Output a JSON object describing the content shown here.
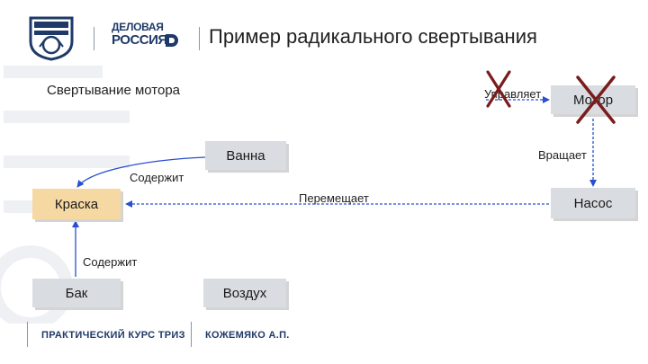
{
  "header": {
    "title": "Пример радикального свертывания",
    "logo_right_line1": "ДЕЛОВАЯ",
    "logo_right_line2": "РОССИЯ"
  },
  "subtitle": "Свертывание мотора",
  "nodes": {
    "vanna": "Ванна",
    "motor": "Мотор",
    "kraska": "Краска",
    "nasos": "Насос",
    "bak": "Бак",
    "vozduh": "Воздух"
  },
  "edges": {
    "upravlyaet": "Управляет",
    "vrashchaet": "Вращает",
    "soderzhit_1": "Содержит",
    "peremeshchaet": "Перемещает",
    "soderzhit_2": "Содержит"
  },
  "footer": {
    "left": "ПРАКТИЧЕСКИЙ КУРС ТРИЗ",
    "right": "КОЖЕМЯКО А.П."
  },
  "colors": {
    "node_gray": "#d9dde2",
    "node_beige": "#f6d8a3",
    "arrow_blue": "#2a4fcf",
    "cross_red": "#7a1c1c",
    "brand_navy": "#1f3a68"
  },
  "icons": [
    "emblem-icon",
    "delovaya-rossiya-logo",
    "cross-mark-icon"
  ]
}
